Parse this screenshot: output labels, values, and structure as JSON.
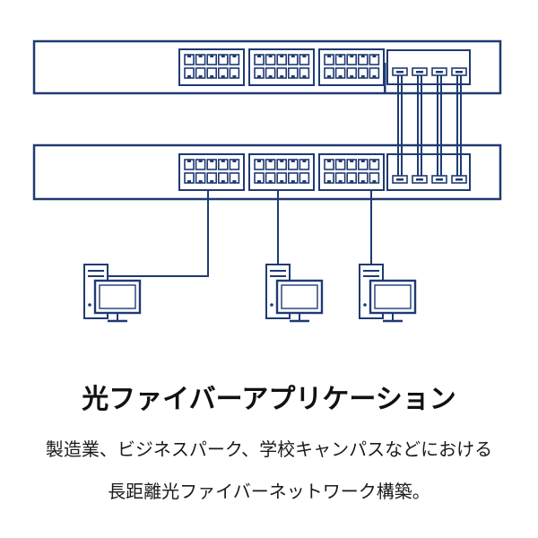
{
  "colors": {
    "stroke": "#1f3a73",
    "background": "#ffffff",
    "text": "#111111"
  },
  "diagram": {
    "switch_top": {
      "port_groups": 3,
      "ports_per_group": 10,
      "sfp_ports": 4
    },
    "switch_bottom": {
      "port_groups": 3,
      "ports_per_group": 10,
      "sfp_ports": 4
    },
    "fiber_links": 4,
    "computers": 3
  },
  "caption": {
    "title": "光ファイバーアプリケーション",
    "line1": "製造業、ビジネスパーク、学校キャンパスなどにおける",
    "line2": "長距離光ファイバーネットワーク構築。"
  }
}
